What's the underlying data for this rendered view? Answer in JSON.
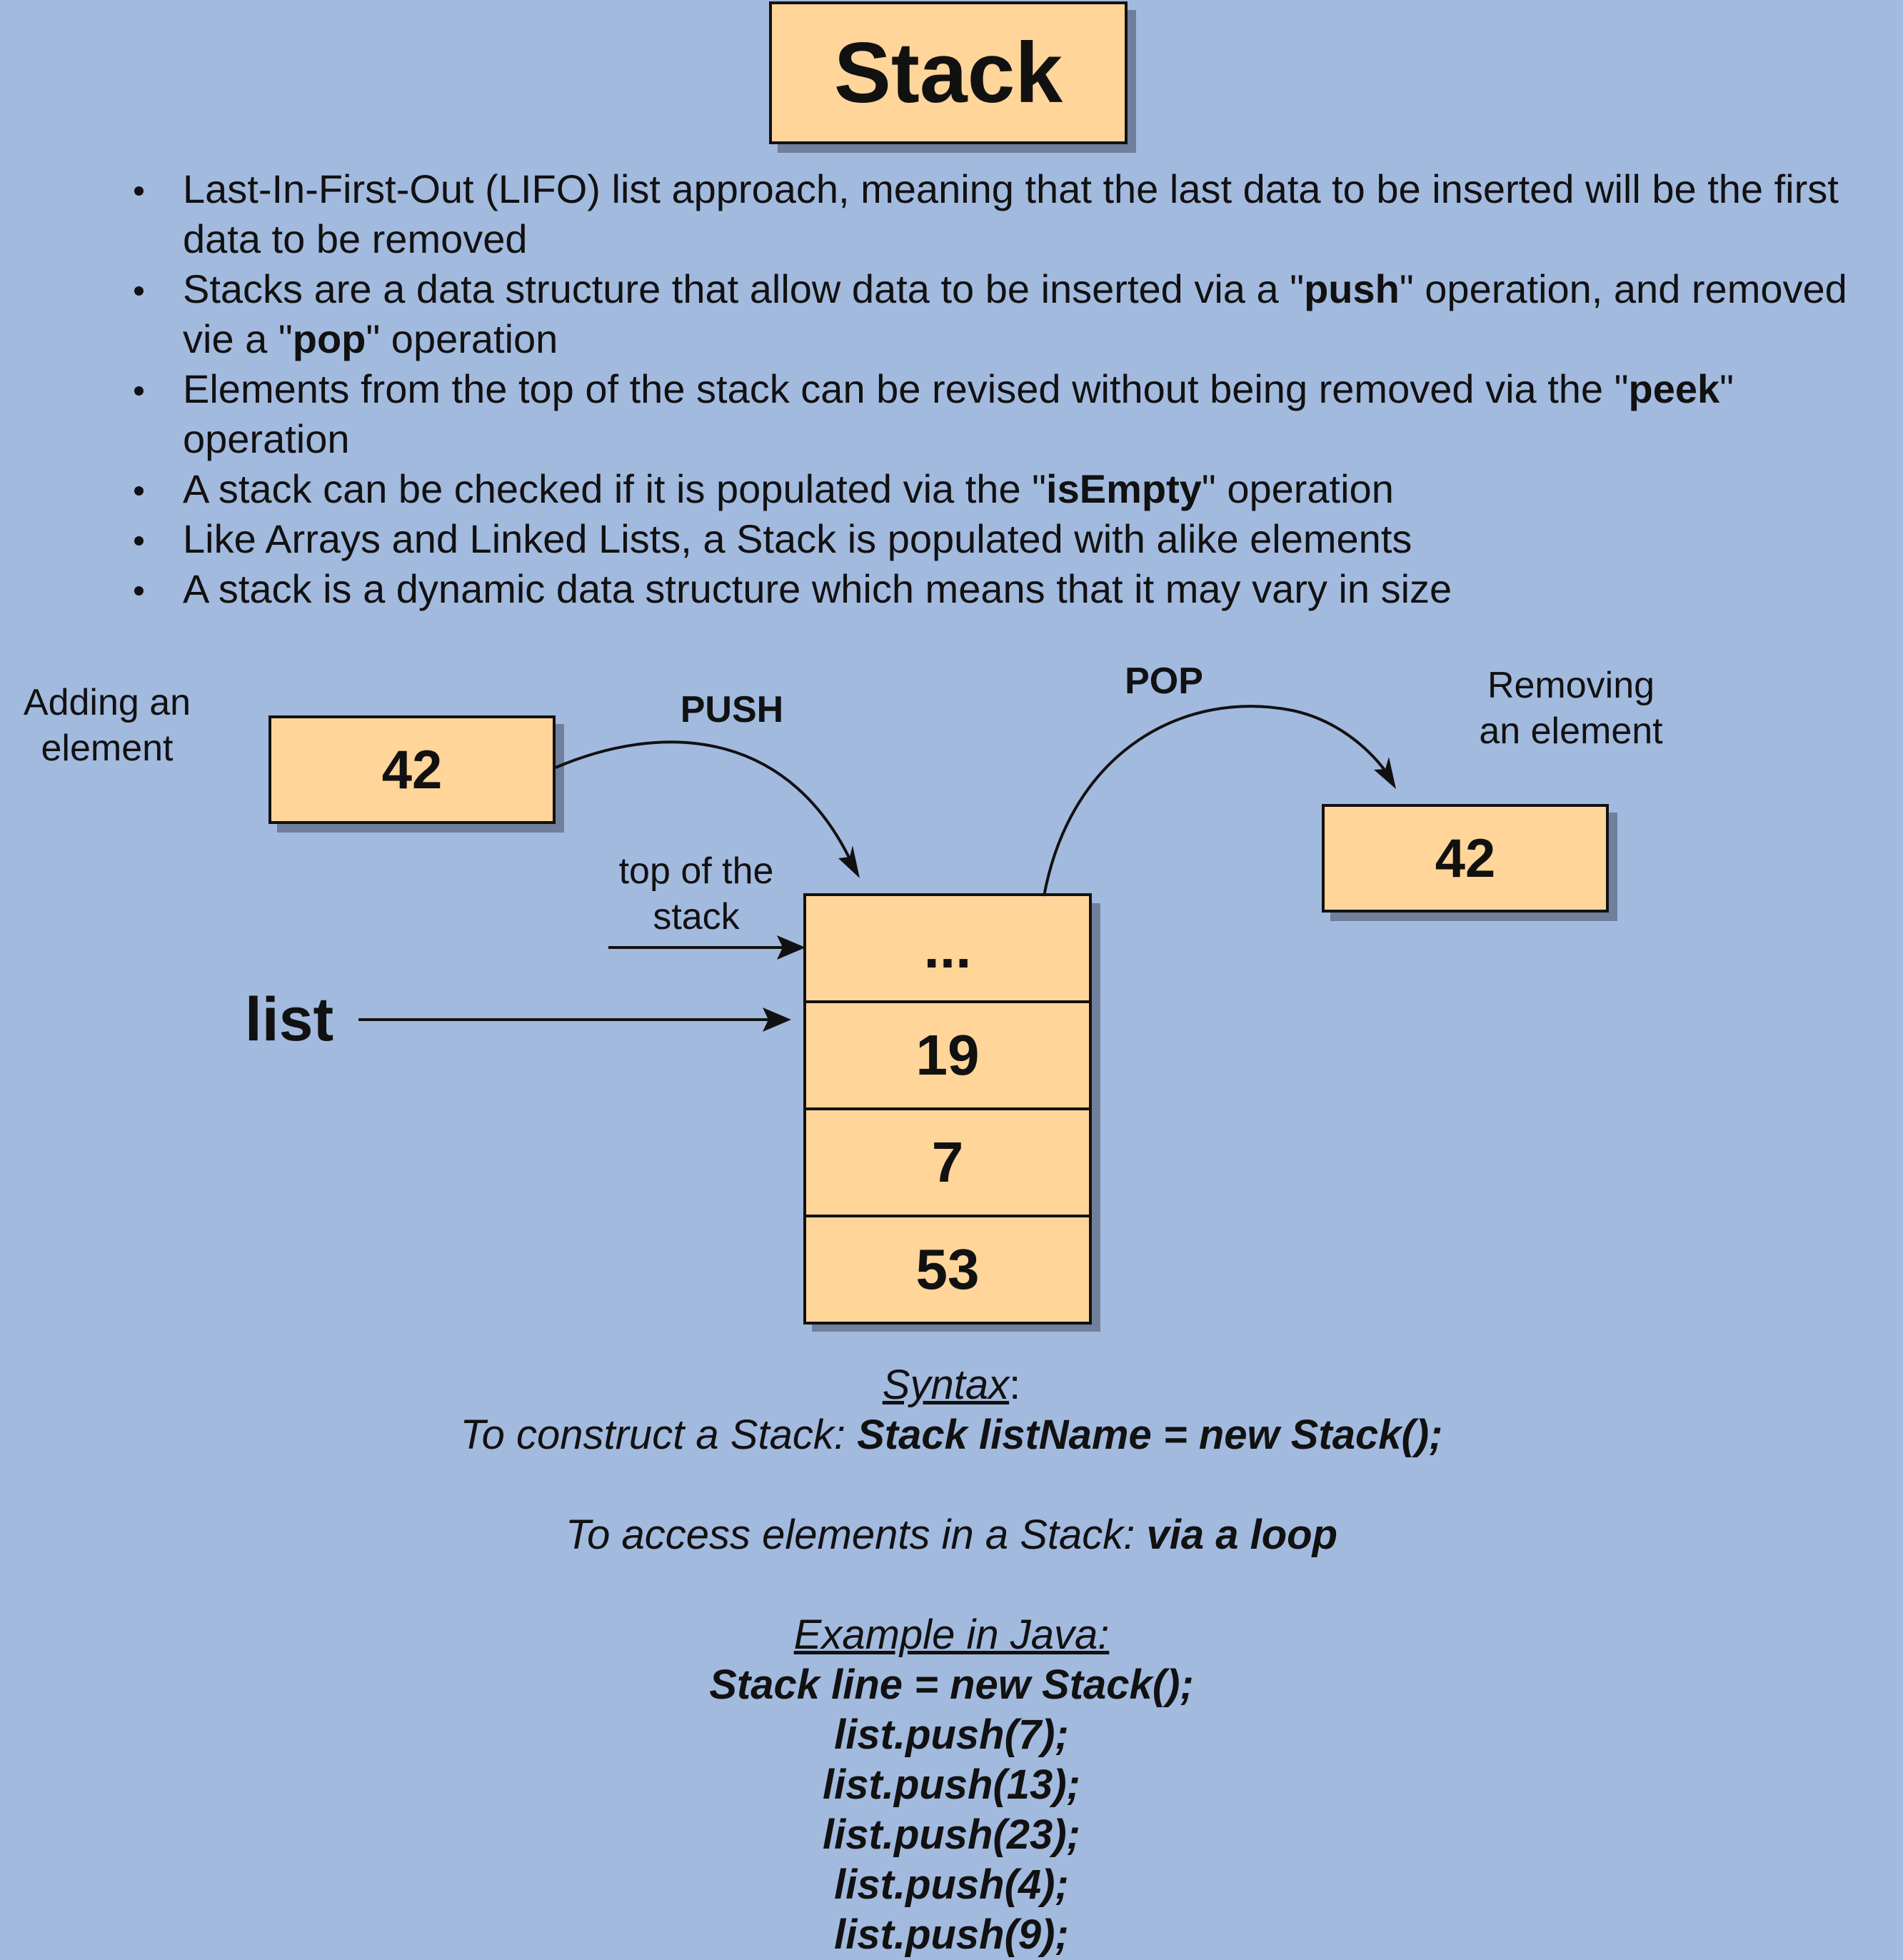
{
  "title": "Stack",
  "bullets": [
    {
      "pre": "Last-In-First-Out (LIFO) list approach, meaning that the last data to be inserted will be the first data to be removed",
      "bold": "",
      "post": ""
    },
    {
      "pre": "Stacks are a data structure that allow data to be inserted via a \"",
      "bold": "push",
      "post": "\" operation, and removed vie a \"",
      "bold2": "pop",
      "post2": "\" operation"
    },
    {
      "pre": "Elements from the top of the stack can be revised without being removed via the \"",
      "bold": "peek",
      "post": "\" operation"
    },
    {
      "pre": "A stack can be checked if it is populated via the \"",
      "bold": "isEmpty",
      "post": "\" operation"
    },
    {
      "pre": "Like Arrays and Linked Lists, a Stack is populated with alike elements",
      "bold": "",
      "post": ""
    },
    {
      "pre": "A stack is a dynamic data structure which means that it may vary in size",
      "bold": "",
      "post": ""
    }
  ],
  "diagram": {
    "adding_label_1": "Adding an",
    "adding_label_2": "element",
    "push_value": "42",
    "push_label": "PUSH",
    "pop_label": "POP",
    "removing_label_1": "Removing",
    "removing_label_2": "an element",
    "pop_value": "42",
    "top_label_1": "top of the",
    "top_label_2": "stack",
    "list_label": "list",
    "stack_cells": [
      "...",
      "19",
      "7",
      "53"
    ]
  },
  "syntax": {
    "heading": "Syntax",
    "heading_colon": ":",
    "construct_prefix": "To construct a Stack: ",
    "construct_code": "Stack listName = new Stack();",
    "access_prefix": "To access elements in a Stack: ",
    "access_code": "via a loop",
    "example_heading": "Example in Java:",
    "example_lines": [
      "Stack line = new Stack();",
      "list.push(7);",
      "list.push(13);",
      "list.push(23);",
      "list.push(4);",
      "list.push(9);"
    ]
  }
}
